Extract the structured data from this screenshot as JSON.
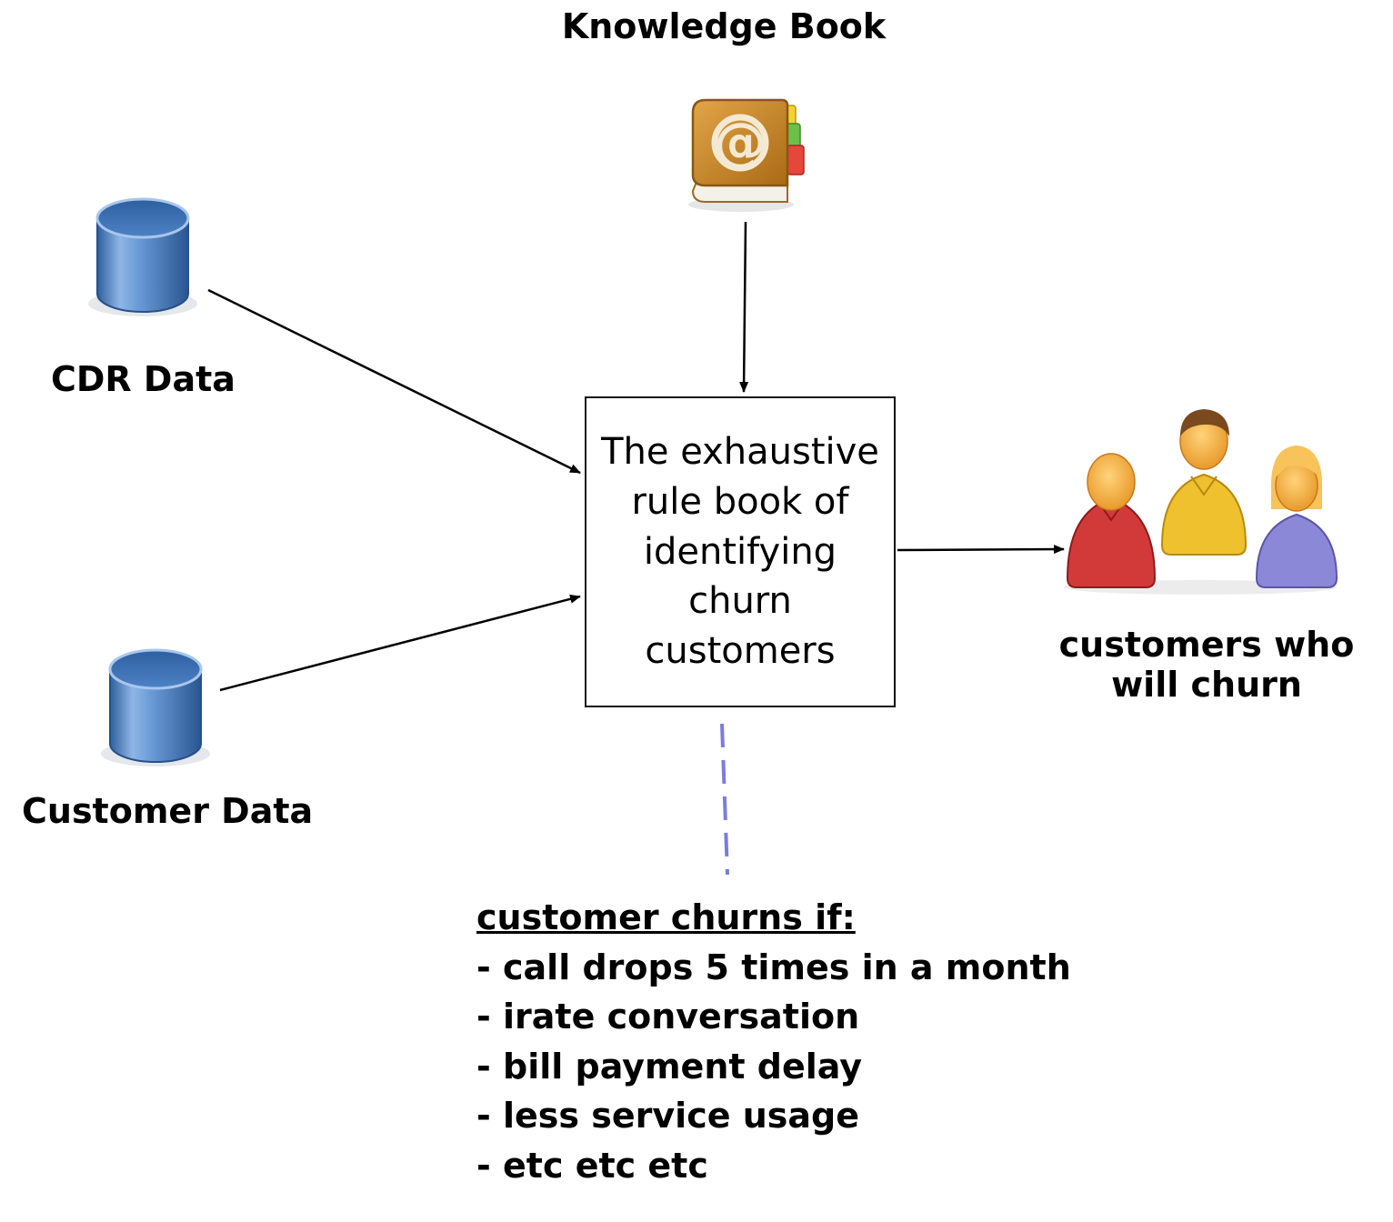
{
  "knowledge_book": {
    "label": "Knowledge Book",
    "icon": "address-book-icon"
  },
  "sources": [
    {
      "label": "CDR Data",
      "icon": "database-icon"
    },
    {
      "label": "Customer Data",
      "icon": "database-icon"
    }
  ],
  "rule_box": {
    "text": "The exhaustive rule book of identifying churn customers"
  },
  "output": {
    "label": "customers who will churn",
    "icon": "people-group-icon"
  },
  "rules": {
    "heading": "customer churns if:",
    "items": [
      "- call drops 5 times in a month",
      "- irate conversation",
      "- bill payment delay",
      "- less service usage",
      "- etc etc etc"
    ]
  },
  "colors": {
    "database": "#4a7fc1",
    "book": "#c8892a",
    "dashed_connector": "#7b7be0",
    "arrow": "#000000"
  }
}
